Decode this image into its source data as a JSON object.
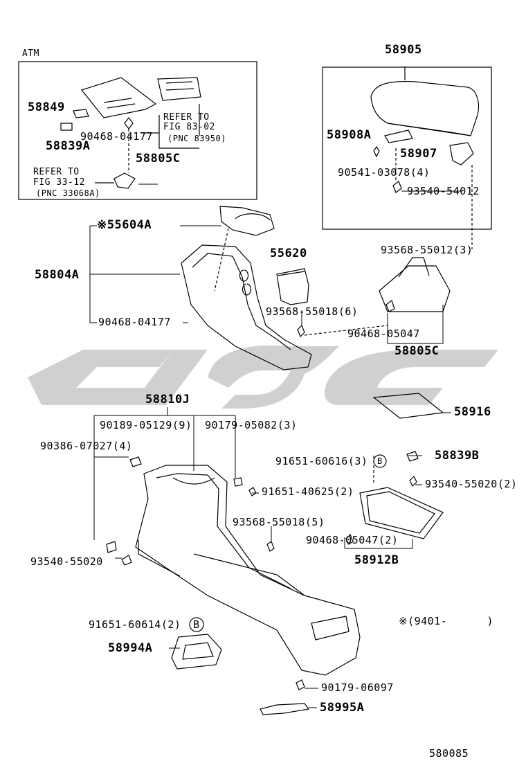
{
  "atm_box": {
    "title": "ATM",
    "parts": {
      "p58849": "58849",
      "p58839A": "58839A",
      "p90468_04177": "90468-04177",
      "p58805C": "58805C",
      "refer1_a": "REFER TO",
      "refer1_b": "FIG 83-02",
      "refer1_c": "(PNC 83950)",
      "refer2_a": "REFER TO",
      "refer2_b": "FIG 33-12",
      "refer2_c": "(PNC 33068A)"
    }
  },
  "armrest_box": {
    "title": "58905",
    "parts": {
      "p58908A": "58908A",
      "p58907": "58907",
      "p90541": "90541-03078(4)",
      "p93540_54012": "93540-54012"
    }
  },
  "parts": {
    "p55604A": "※55604A",
    "p58804A": "58804A",
    "p90468_04177b": "90468-04177",
    "p93568_55012": "93568-55012(3)",
    "p55620": "55620",
    "p93568_55018_6": "93568-55018(6)",
    "p90468_05047": "90468-05047",
    "p58805C_b": "58805C",
    "p58810J": "58810J",
    "p58916": "58916",
    "p90189": "90189-05129(9)",
    "p90179_05082": "90179-05082(3)",
    "p90386": "90386-07027(4)",
    "p91651_60616": "91651-60616(3)",
    "p58839B": "58839B",
    "p93540_55020_2": "93540-55020(2)",
    "p91651_40625": "91651-40625(2)",
    "p93568_55018_5": "93568-55018(5)",
    "p90468_05047_2": "90468-05047(2)",
    "p58912B": "58912B",
    "p93540_55020": "93540-55020",
    "p91651_60614": "91651-60614(2)",
    "p58994A": "58994A",
    "p9401": "※(9401-      )",
    "p90179_06097": "90179-06097",
    "p58995A": "58995A",
    "circle_B": "B"
  },
  "footer_code": "580085",
  "colors": {
    "ink": "#000000",
    "watermark": "#c8c8c8"
  }
}
